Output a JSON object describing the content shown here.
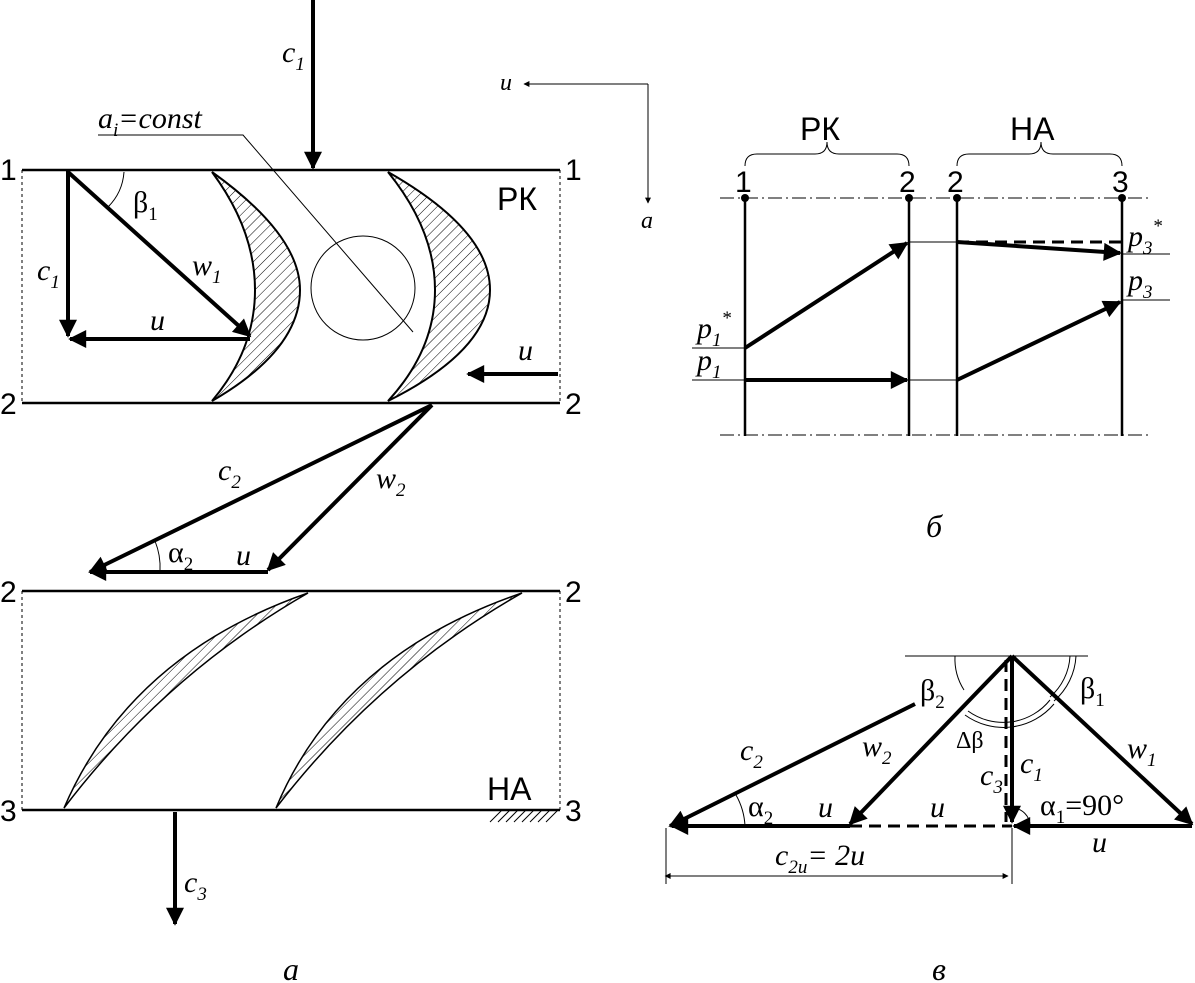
{
  "figure": {
    "captions": {
      "a": "а",
      "b": "б",
      "v": "в"
    },
    "panel_a": {
      "section_labels": {
        "s1": "1",
        "s2": "2",
        "s3": "3"
      },
      "rotor_label": "РК",
      "stator_label": "НА",
      "axis_u": "u",
      "axis_a": "a",
      "c1_main": {
        "base": "c",
        "sub": "1"
      },
      "ai_label": {
        "base": "a",
        "sub": "i",
        "rest": "=const"
      },
      "beta1": {
        "base": "β",
        "sub": "1"
      },
      "w1": {
        "base": "w",
        "sub": "1"
      },
      "c1_small": {
        "base": "c",
        "sub": "1"
      },
      "u_inlet": "u",
      "u_right": "u",
      "c2": {
        "base": "c",
        "sub": "2"
      },
      "w2": {
        "base": "w",
        "sub": "2"
      },
      "alpha2": {
        "base": "α",
        "sub": "2"
      },
      "u_outlet": "u",
      "c3": {
        "base": "c",
        "sub": "3"
      }
    },
    "panel_b": {
      "rk": "РК",
      "na": "НА",
      "stations": [
        "1",
        "2",
        "2",
        "3"
      ],
      "p1_star": {
        "base": "p",
        "sub": "1",
        "sup": "*"
      },
      "p1": {
        "base": "p",
        "sub": "1"
      },
      "p3_star": {
        "base": "p",
        "sub": "3",
        "sup": "*"
      },
      "p3": {
        "base": "p",
        "sub": "3"
      }
    },
    "panel_v": {
      "beta2": {
        "base": "β",
        "sub": "2"
      },
      "beta1": {
        "base": "β",
        "sub": "1"
      },
      "c2": {
        "base": "c",
        "sub": "2"
      },
      "w2": {
        "base": "w",
        "sub": "2"
      },
      "delta_beta": "Δβ",
      "c3": {
        "base": "c",
        "sub": "3"
      },
      "c1": {
        "base": "c",
        "sub": "1"
      },
      "w1": {
        "base": "w",
        "sub": "1"
      },
      "alpha2": {
        "base": "α",
        "sub": "2"
      },
      "u_left": "u",
      "u_mid": "u",
      "alpha1": {
        "base": "α",
        "sub": "1",
        "rest": "=90°"
      },
      "u_bottom": "u",
      "c2u": {
        "base": "c",
        "sub": "2u",
        "rest": "= 2u"
      }
    }
  }
}
